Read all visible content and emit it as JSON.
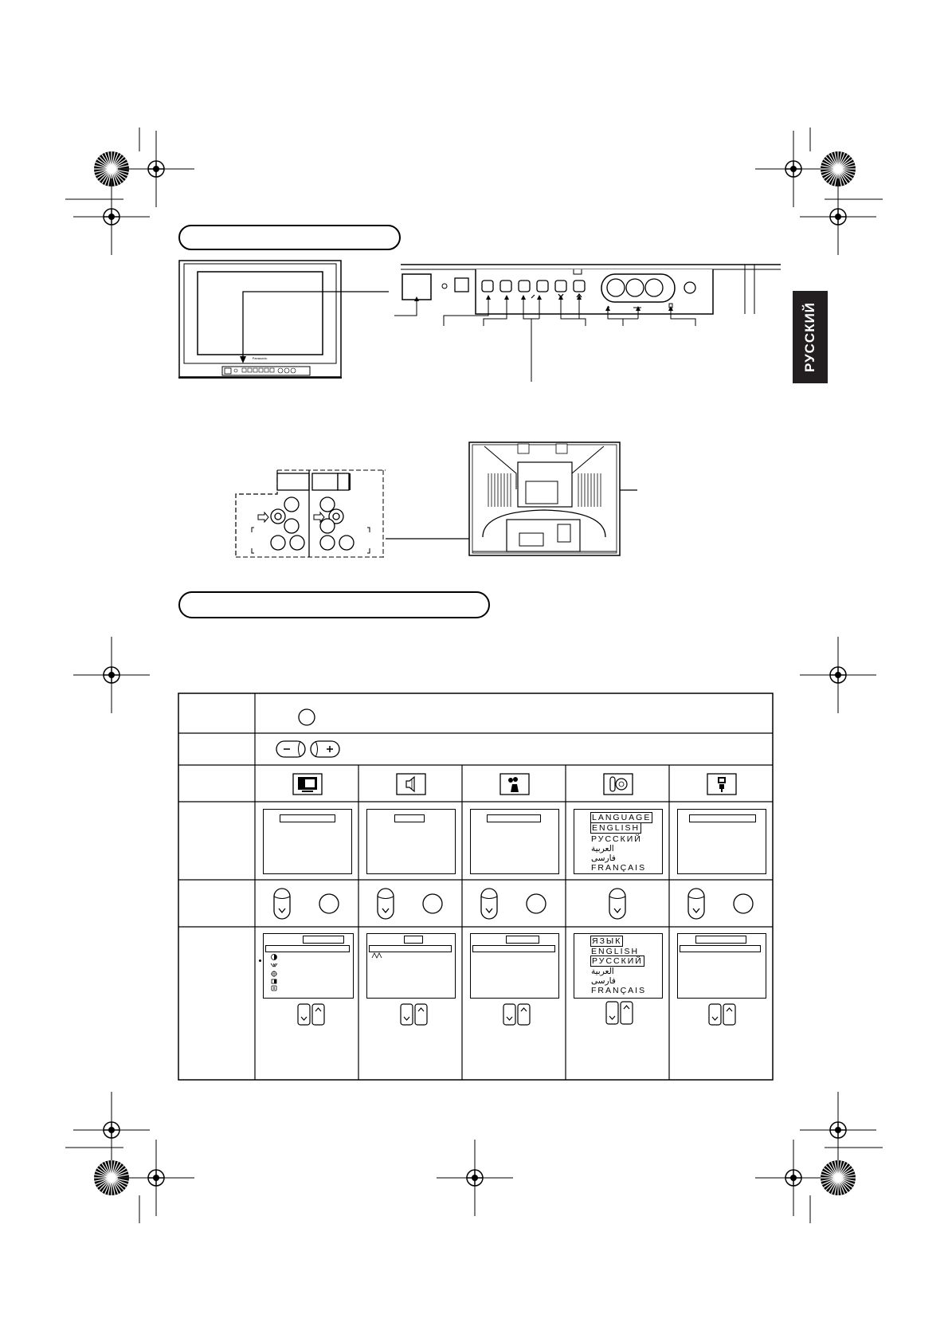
{
  "language_tab": {
    "label": "РУССКИЙ"
  },
  "tv_front": {
    "brand": "Panasonic"
  },
  "menu_screens": {
    "language_menu": {
      "title": "LANGUAGE",
      "selected": "ENGLISH",
      "options": [
        "РУССКИЙ",
        "العربية",
        "فارسی",
        "FRANÇAIS"
      ]
    },
    "language_menu_after": {
      "title": "ЯЗЫК",
      "options": [
        "ENGLISH"
      ],
      "selected": "РУССКИЙ",
      "options_after": [
        "العربية",
        "فارسی",
        "FRANÇAIS"
      ]
    }
  },
  "icons": {
    "menu_tabs": [
      "picture-icon",
      "sound-icon",
      "function-icon",
      "language-icon",
      "setup-icon"
    ],
    "picture_items": [
      "contrast-icon",
      "brightness-icon",
      "color-icon",
      "sharpness-icon",
      "tint-icon"
    ],
    "remote_buttons": [
      "ok-button-icon",
      "volume-minus-icon",
      "volume-plus-icon",
      "down-arrow-icon",
      "up-arrow-icon"
    ]
  }
}
